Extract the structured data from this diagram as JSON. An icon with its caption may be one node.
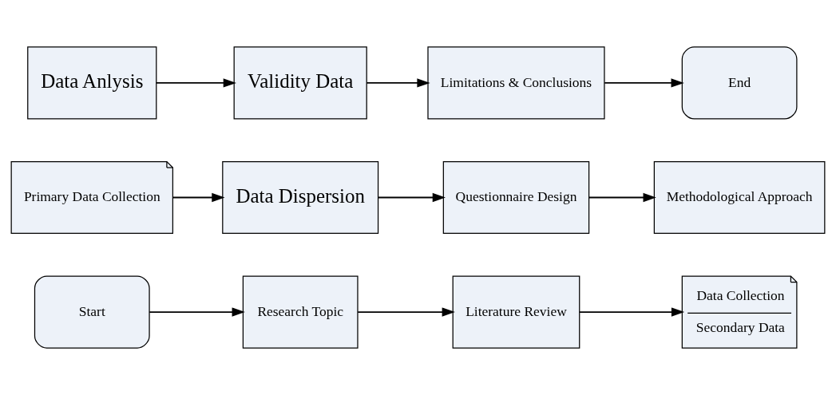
{
  "diagram": {
    "nodes": [
      {
        "text": [
          "Start"
        ]
      },
      {
        "text": [
          "Research Topic"
        ]
      },
      {
        "text": [
          "Literature Review"
        ]
      },
      {
        "text": [
          "Data Collection",
          "Secondary Data"
        ]
      },
      {
        "text": [
          "Primary Data Collection"
        ]
      },
      {
        "text": [
          "Data Dispersion"
        ]
      },
      {
        "text": [
          "Questionnaire Design"
        ]
      },
      {
        "text": [
          "Methodological Approach"
        ]
      },
      {
        "text": [
          "Data Anlysis"
        ]
      },
      {
        "text": [
          "Validity Data"
        ]
      },
      {
        "text": [
          "Limitations & Conclusions"
        ]
      },
      {
        "text": [
          "End"
        ]
      }
    ],
    "edges": [
      {
        "from": 0,
        "to": 1,
        "arrow": "to"
      },
      {
        "from": 1,
        "to": 2,
        "arrow": "to"
      },
      {
        "from": 2,
        "to": 3,
        "arrow": "to"
      },
      {
        "from": 4,
        "to": 5,
        "arrow": "to"
      },
      {
        "from": 5,
        "to": 6,
        "arrow": "to"
      },
      {
        "from": 6,
        "to": 7,
        "arrow": "to"
      },
      {
        "from": 8,
        "to": 9,
        "arrow": "to"
      },
      {
        "from": 9,
        "to": 10,
        "arrow": "to"
      },
      {
        "from": 10,
        "to": 11,
        "arrow": "to"
      }
    ]
  }
}
